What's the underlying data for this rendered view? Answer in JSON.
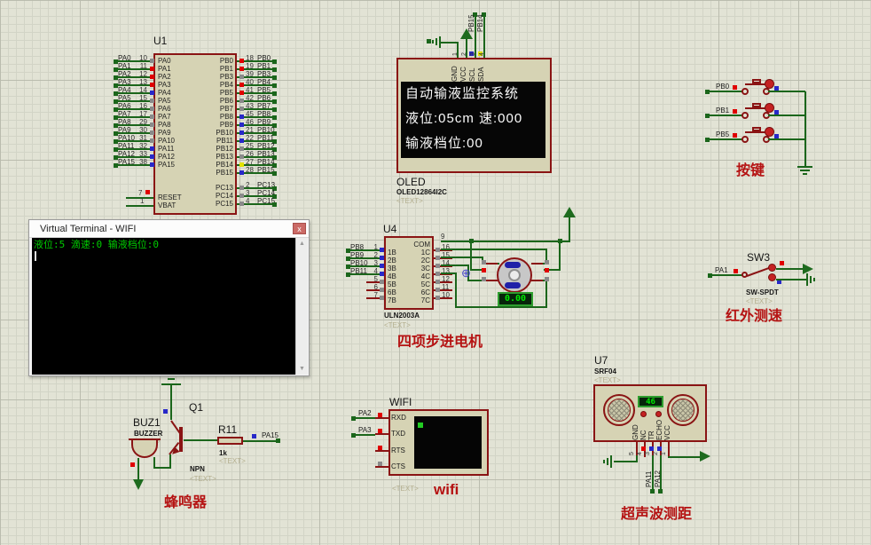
{
  "colors": {
    "wire": "#1b661b",
    "pin_stub": "#8a1414",
    "component_fill": "#d6d3b4",
    "caption_red": "#b51212",
    "terminal_green": "#00cc00",
    "display_green": "#00e800",
    "state_red": "#e00000",
    "state_blue": "#2828c8",
    "state_gray": "#8a8a8a",
    "state_yellow": "#e2e200"
  },
  "u1": {
    "ref": "U1",
    "left_pins": [
      {
        "net": "PA0",
        "num": "10",
        "state": "gray"
      },
      {
        "net": "PA1",
        "num": "11",
        "state": "red"
      },
      {
        "net": "PA2",
        "num": "12",
        "state": "red"
      },
      {
        "net": "PA3",
        "num": "13",
        "state": "red"
      },
      {
        "net": "PA4",
        "num": "14",
        "state": "blue"
      },
      {
        "net": "PA5",
        "num": "15",
        "state": "gray"
      },
      {
        "net": "PA6",
        "num": "16",
        "state": "gray"
      },
      {
        "net": "PA7",
        "num": "17",
        "state": "gray"
      },
      {
        "net": "PA8",
        "num": "29",
        "state": "gray"
      },
      {
        "net": "PA9",
        "num": "30",
        "state": "gray"
      },
      {
        "net": "PA10",
        "num": "31",
        "state": "gray"
      },
      {
        "net": "PA11",
        "num": "32",
        "state": "blue"
      },
      {
        "net": "PA12",
        "num": "33",
        "state": "blue"
      },
      {
        "net": "PA15",
        "num": "38",
        "state": "blue"
      }
    ],
    "right_pins": [
      {
        "net": "PB0",
        "num": "18",
        "state": "red"
      },
      {
        "net": "PB1",
        "num": "19",
        "state": "red"
      },
      {
        "net": "PB3",
        "num": "39",
        "state": "gray"
      },
      {
        "net": "PB4",
        "num": "40",
        "state": "red"
      },
      {
        "net": "PB5",
        "num": "41",
        "state": "red"
      },
      {
        "net": "PB6",
        "num": "42",
        "state": "gray"
      },
      {
        "net": "PB7",
        "num": "43",
        "state": "gray"
      },
      {
        "net": "PB8",
        "num": "45",
        "state": "blue"
      },
      {
        "net": "PB9",
        "num": "46",
        "state": "blue"
      },
      {
        "net": "PB10",
        "num": "21",
        "state": "blue"
      },
      {
        "net": "PB11",
        "num": "22",
        "state": "blue"
      },
      {
        "net": "PB12",
        "num": "25",
        "state": "gray"
      },
      {
        "net": "PB13",
        "num": "26",
        "state": "gray"
      },
      {
        "net": "PB14",
        "num": "27",
        "state": "yellow"
      },
      {
        "net": "PB15",
        "num": "28",
        "state": "blue"
      }
    ],
    "pc_pins": [
      {
        "net": "PC13",
        "num": "2",
        "state": "gray"
      },
      {
        "net": "PC14",
        "num": "3",
        "state": "gray"
      },
      {
        "net": "PC15",
        "num": "4",
        "state": "gray"
      }
    ],
    "reset": {
      "label": "RESET",
      "num": "7"
    },
    "vbat": {
      "label": "VBAT",
      "num": "1"
    }
  },
  "oled": {
    "ref": "OLED",
    "part": "OLED12864I2C",
    "text_tag": "<TEXT>",
    "pins": [
      {
        "name": "GND",
        "num": "1"
      },
      {
        "name": "VCC",
        "num": "2"
      },
      {
        "name": "SCL",
        "num": "3"
      },
      {
        "name": "SDA",
        "num": "4"
      }
    ],
    "net_labels": [
      "PB15",
      "PB14"
    ],
    "screen_lines": [
      "自动输液监控系统",
      "液位:05cm 速:000",
      "输液档位:00"
    ]
  },
  "terminal": {
    "title": "Virtual Terminal - WIFI",
    "close_icon": "x",
    "line1": "液位:5 滴速:0 输液档位:0",
    "scroll_up": "▲",
    "scroll_down": "▼"
  },
  "u4": {
    "ref": "U4",
    "part": "ULN2003A",
    "text_tag": "<TEXT>",
    "caption": "四项步进电机",
    "com": {
      "inner": "COM",
      "num": "9"
    },
    "left_pins": [
      {
        "num": "1",
        "inner": "1B",
        "net": "PB8",
        "state": "blue",
        "kind": "net"
      },
      {
        "num": "2",
        "inner": "2B",
        "net": "PB9",
        "state": "blue",
        "kind": "net"
      },
      {
        "num": "3",
        "inner": "3B",
        "net": "PB10",
        "state": "blue",
        "kind": "net"
      },
      {
        "num": "4",
        "inner": "4B",
        "net": "PB11",
        "state": "blue",
        "kind": "net"
      },
      {
        "num": "5",
        "inner": "5B",
        "net": "",
        "state": "gray",
        "kind": "stub"
      },
      {
        "num": "6",
        "inner": "6B",
        "net": "",
        "state": "gray",
        "kind": "stub"
      },
      {
        "num": "7",
        "inner": "7B",
        "net": "",
        "state": "gray",
        "kind": "stub"
      }
    ],
    "right_pins": [
      {
        "num": "16",
        "inner": "1C",
        "state": "gray"
      },
      {
        "num": "15",
        "inner": "2C",
        "state": "gray"
      },
      {
        "num": "14",
        "inner": "3C",
        "state": "gray"
      },
      {
        "num": "13",
        "inner": "4C",
        "state": "gray"
      },
      {
        "num": "12",
        "inner": "5C",
        "state": "gray"
      },
      {
        "num": "11",
        "inner": "6C",
        "state": "gray"
      },
      {
        "num": "10",
        "inner": "7C",
        "state": "gray"
      }
    ]
  },
  "motor": {
    "display": "0.00",
    "origin_marker": "⊕"
  },
  "buttons": {
    "caption": "按键",
    "items": [
      {
        "net": "PB0"
      },
      {
        "net": "PB1"
      },
      {
        "net": "PB5"
      }
    ]
  },
  "sw3": {
    "ref": "SW3",
    "part": "SW-SPDT",
    "text_tag": "<TEXT>",
    "net": "PA1",
    "caption": "红外测速"
  },
  "u7": {
    "ref": "U7",
    "part": "SRF04",
    "text_tag": "<TEXT>",
    "display": "46",
    "caption": "超声波测距",
    "pin_names": [
      "GND",
      "NC",
      "TR",
      "ECHO",
      "VCC"
    ],
    "pin_nums": [
      "5",
      "4",
      "3",
      "2",
      "1"
    ],
    "nets": [
      "PA11",
      "PA12"
    ]
  },
  "buzzer": {
    "ref": "BUZ1",
    "part": "BUZZER",
    "text_tag": "<TEXT>",
    "caption": "蜂鸣器",
    "transistor": {
      "ref": "Q1",
      "type": "NPN",
      "text_tag": "<TEXT>"
    },
    "resistor": {
      "ref": "R11",
      "value": "1k",
      "text_tag": "<TEXT>",
      "net": "PA15"
    }
  },
  "wifi": {
    "ref": "WIFI",
    "text_tag": "<TEXT>",
    "caption": "wifi",
    "pins": [
      {
        "name": "RXD",
        "state": "red"
      },
      {
        "name": "TXD",
        "state": "red"
      },
      {
        "name": "RTS",
        "state": "red"
      },
      {
        "name": "CTS",
        "state": "gray"
      }
    ],
    "nets": [
      {
        "net": "PA2"
      },
      {
        "net": "PA3"
      }
    ]
  }
}
